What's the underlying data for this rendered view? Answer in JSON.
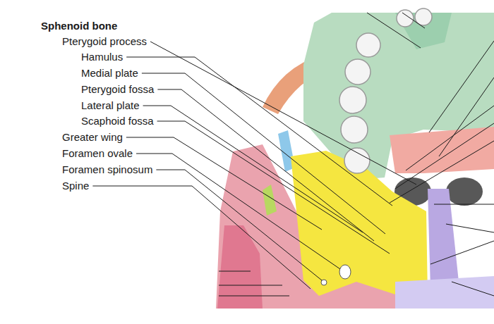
{
  "diagram": {
    "title": "Sphenoid bone",
    "labels": [
      "Pterygoid process",
      "Hamulus",
      "Medial plate",
      "Pterygoid fossa",
      "Lateral plate",
      "Scaphoid fossa",
      "Greater wing",
      "Foramen ovale",
      "Foramen spinosum",
      "Spine"
    ]
  }
}
